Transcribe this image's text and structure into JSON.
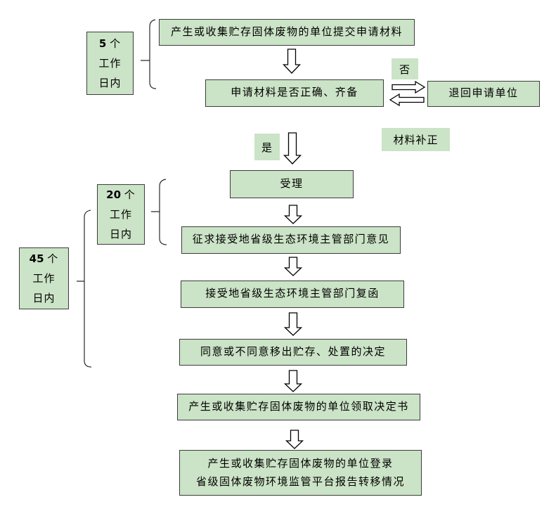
{
  "flowchart": {
    "colors": {
      "box_fill": "#cbe3c6",
      "box_border": "#3d3d3d",
      "arrow_outline": "#000000",
      "background": "#ffffff"
    },
    "nodes": {
      "submit": "产生或收集贮存固体废物的单位提交申请材料",
      "check": "申请材料是否正确、齐备",
      "return": "退回申请单位",
      "accept": "受理",
      "consult": "征求接受地省级生态环境主管部门意见",
      "reply": "接受地省级生态环境主管部门复函",
      "decision": "同意或不同意移出贮存、处置的决定",
      "receive": "产生或收集贮存固体废物的单位领取决定书",
      "report_line1": "产生或收集贮存固体废物的单位登录",
      "report_line2": "省级固体废物环境监管平台报告转移情况"
    },
    "branch_labels": {
      "no": "否",
      "yes": "是",
      "supplement": "材料补正"
    },
    "timers": {
      "t5": {
        "num": "5",
        "unit": "个",
        "l2": "工作",
        "l3": "日内"
      },
      "t20": {
        "num": "20",
        "unit": "个",
        "l2": "工作",
        "l3": "日内"
      },
      "t45": {
        "num": "45",
        "unit": "个",
        "l2": "工作",
        "l3": "日内"
      }
    }
  }
}
